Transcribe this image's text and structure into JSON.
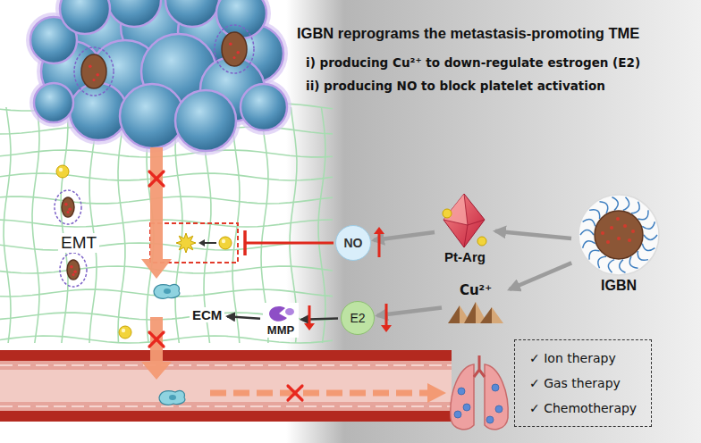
{
  "diagram": {
    "title": "IGBN reprograms the metastasis-promoting TME",
    "nodes": [
      {
        "text": [
          "EMT"
        ]
      },
      {
        "text": [
          "ECM"
        ]
      },
      {
        "text": [
          "MMP"
        ]
      },
      {
        "text": [
          "E2"
        ]
      },
      {
        "text": [
          "NO"
        ]
      },
      {
        "text": [
          "Pt-Arg"
        ]
      },
      {
        "text": [
          "Cu²⁺"
        ]
      },
      {
        "text": [
          "IGBN"
        ]
      },
      {
        "text": [
          "✓ Ion therapy",
          "✓ Gas therapy",
          "✓ Chemotherapy"
        ]
      }
    ],
    "edges": [
      {
        "from": 7,
        "to": 5,
        "arrow": "to"
      },
      {
        "from": 7,
        "to": 6,
        "arrow": "to"
      },
      {
        "from": 5,
        "to": 4,
        "arrow": "to"
      },
      {
        "from": 6,
        "to": 3,
        "arrow": "to"
      },
      {
        "from": 3,
        "to": 2,
        "arrow": "to"
      },
      {
        "from": 2,
        "to": 1,
        "arrow": "to"
      }
    ],
    "labels": [
      "i) producing Cu²⁺ to down-regulate estrogen (E2)",
      "ii) producing NO to block platelet activation"
    ]
  }
}
